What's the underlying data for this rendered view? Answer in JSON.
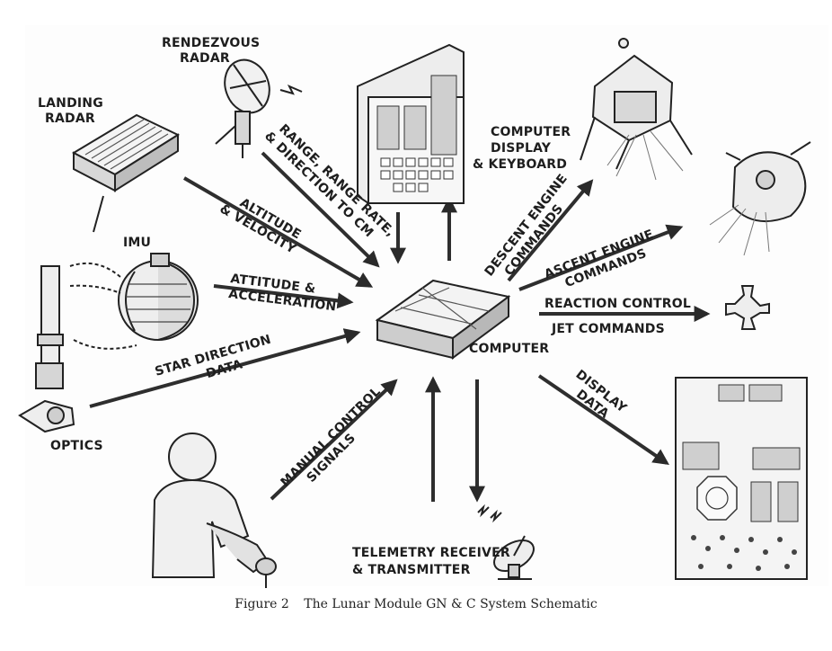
{
  "labels": {
    "landing_radar": [
      "LANDING",
      "RADAR"
    ],
    "rendezvous_radar": [
      "RENDEZVOUS",
      "RADAR"
    ],
    "computer_display": [
      "COMPUTER",
      "DISPLAY",
      "& KEYBOARD"
    ],
    "imu": "IMU",
    "optics": "OPTICS",
    "computer": "COMPUTER",
    "telemetry": [
      "TELEMETRY RECEIVER",
      "& TRANSMITTER"
    ]
  },
  "flows": {
    "range": [
      "RANGE, RANGE RATE,",
      "& DIRECTION TO CM"
    ],
    "altitude": [
      "ALTITUDE",
      "& VELOCITY"
    ],
    "attitude": [
      "ATTITUDE &",
      "ACCELERATION"
    ],
    "star": [
      "STAR DIRECTION",
      "DATA"
    ],
    "manual": [
      "MANUAL CONTROL",
      "SIGNALS"
    ],
    "descent": [
      "DESCENT ENGINE",
      "COMMANDS"
    ],
    "ascent": [
      "ASCENT ENGINE",
      "COMMANDS"
    ],
    "reaction": [
      "REACTION CONTROL",
      "JET COMMANDS"
    ],
    "display": [
      "DISPLAY",
      "DATA"
    ]
  },
  "caption": {
    "figure": "Figure 2",
    "title": "The Lunar Module GN & C System Schematic"
  }
}
